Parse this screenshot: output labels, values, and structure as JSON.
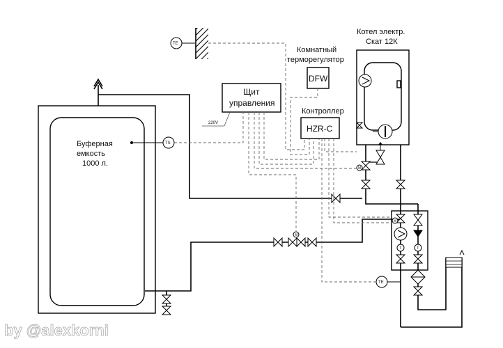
{
  "tank": {
    "line1": "Буферная",
    "line2": "емкость",
    "line3": "1000 л."
  },
  "panel": {
    "line1": "Щит",
    "line2": "управления"
  },
  "power": {
    "label": "220V"
  },
  "thermostat": {
    "title1": "Комнатный",
    "title2": "терморегулятор",
    "code": "DFW"
  },
  "controller": {
    "title": "Контроллер",
    "code": "HZR-C"
  },
  "boiler": {
    "title1": "Котел электр.",
    "title2": "Скат 12К"
  },
  "sensors": {
    "outdoor": "TE",
    "tank": "TS",
    "return": "TE"
  },
  "mixer_mark": "M",
  "thermo_mark": "T",
  "watermark": "by @alexkorni"
}
